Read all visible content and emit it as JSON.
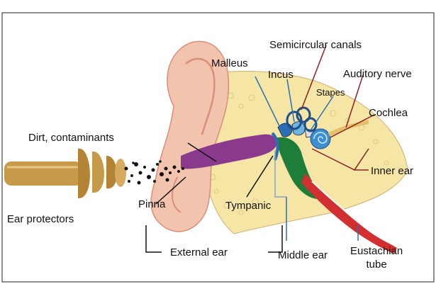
{
  "labels": {
    "semicircular_canals": "Semicircular canals",
    "malleus": "Malleus",
    "incus": "Incus",
    "auditory_nerve": "Auditory nerve",
    "stapes": "Stapes",
    "cochlea": "Cochlea",
    "dirt_contaminants": "Dirt, contaminants",
    "inner_ear": "Inner ear",
    "pinna": "Pinna",
    "tympanic": "Tympanic",
    "ear_protectors": "Ear protectors",
    "external_ear": "External ear",
    "middle_ear": "Middle ear",
    "eustachian_tube_line1": "Eustachian",
    "eustachian_tube_line2": "tube"
  },
  "colors": {
    "skin": "#f2c3ad",
    "skin_dark": "#d98f7a",
    "bone": "#f6e6a6",
    "canal": "#8a3a8c",
    "middle_ear_cavity": "#1f7d3a",
    "eardrum": "#2a6fb5",
    "cochlea": "#3d8ed1",
    "nerve": "#e3c06a",
    "eustachian": "#d23030",
    "plug": "#c79a4a",
    "pointer_blue": "#2a6fb5",
    "pointer_red": "#8b2020",
    "bracket": "#7fa8c9"
  },
  "icons": [
    "ear-protector-icon",
    "dirt-particles-icon"
  ]
}
